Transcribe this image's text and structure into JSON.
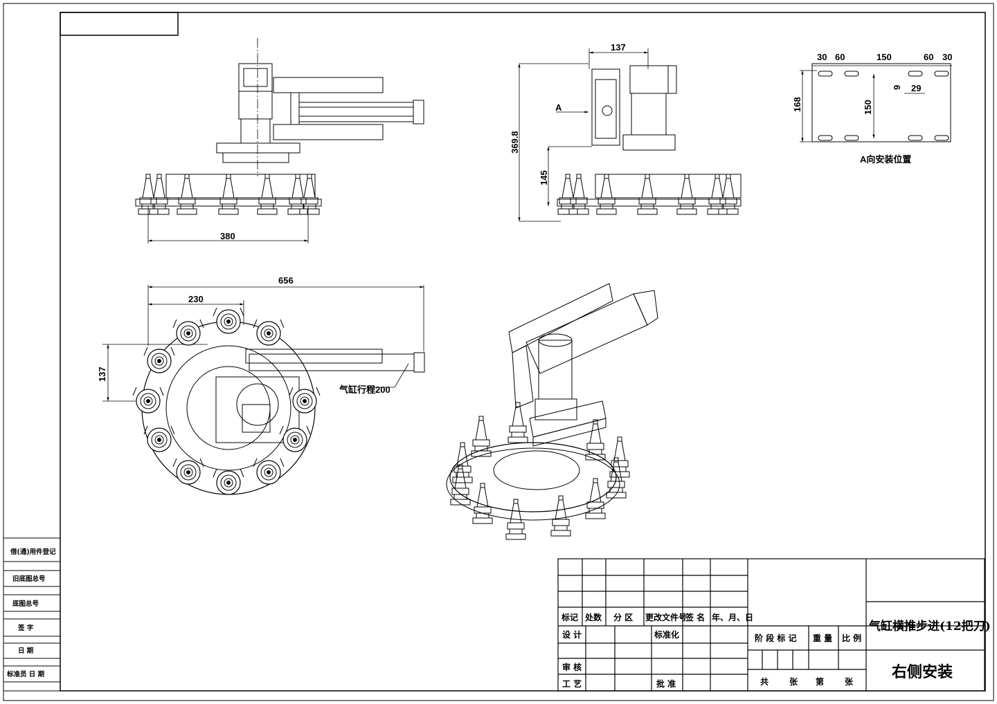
{
  "views": {
    "front": {
      "dim_width": "380"
    },
    "side": {
      "dim_top": "137",
      "dim_height": "369.8",
      "dim_lower": "145",
      "view_arrow": "A"
    },
    "mount": {
      "dims_top": [
        "30",
        "60",
        "150",
        "60",
        "30"
      ],
      "dim_height": "168",
      "dim_inner": "150",
      "dim_slot_w": "9",
      "dim_slot_l": "29",
      "caption": "A向安装位置"
    },
    "top": {
      "dim_overall": "656",
      "dim_radius": "230",
      "dim_offset": "137",
      "stroke_note": "气缸行程200"
    }
  },
  "title_block": {
    "header": [
      "标记",
      "处数",
      "分 区",
      "更改文件号",
      "签 名",
      "年、月、日"
    ],
    "design": "设 计",
    "standard": "标准化",
    "review": "审 核",
    "process": "工 艺",
    "approve": "批 准",
    "stage_header": [
      "阶 段 标 记",
      "重 量",
      "比 例"
    ],
    "sheets": [
      "共",
      "张",
      "第",
      "张"
    ],
    "title": "气缸横推步进(12把刀)",
    "subtitle": "右侧安装"
  },
  "side_panel": {
    "rows": [
      "借(通)用件登记",
      "旧底图总号",
      "底图总号",
      "签 字",
      "日 期",
      "标准员 日 期"
    ]
  }
}
